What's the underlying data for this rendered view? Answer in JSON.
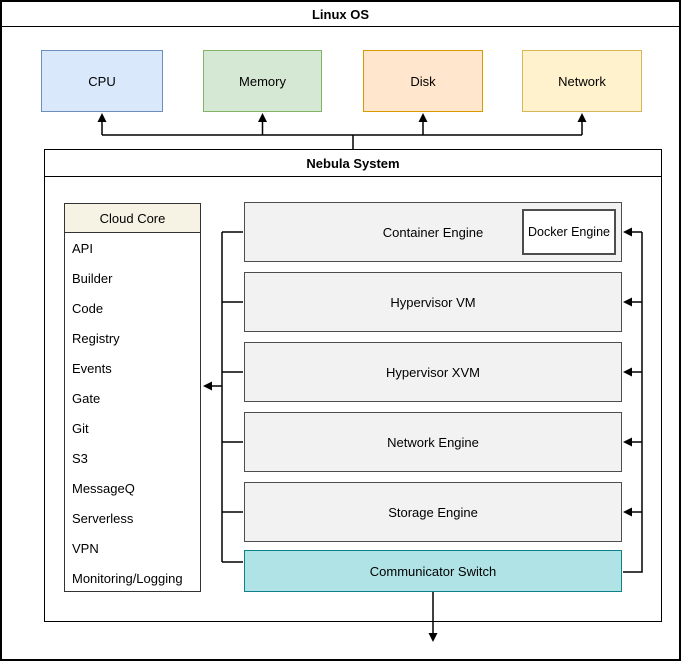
{
  "os": {
    "title": "Linux OS"
  },
  "hardware": [
    {
      "label": "CPU",
      "fill": "#dae8fc",
      "stroke": "#6c8ebf"
    },
    {
      "label": "Memory",
      "fill": "#d5e8d4",
      "stroke": "#82b366"
    },
    {
      "label": "Disk",
      "fill": "#ffe6cc",
      "stroke": "#d79b00"
    },
    {
      "label": "Network",
      "fill": "#fff2cc",
      "stroke": "#d6b656"
    }
  ],
  "system": {
    "title": "Nebula System",
    "cloud_core": {
      "title": "Cloud Core",
      "header_fill": "#f6f2e4",
      "items": [
        "API",
        "Builder",
        "Code",
        "Registry",
        "Events",
        "Gate",
        "Git",
        "S3",
        "MessageQ",
        "Serverless",
        "VPN",
        "Monitoring/Logging"
      ]
    },
    "engines": [
      {
        "label": "Container Engine"
      },
      {
        "label": "Hypervisor VM"
      },
      {
        "label": "Hypervisor XVM"
      },
      {
        "label": "Network Engine"
      },
      {
        "label": "Storage Engine"
      }
    ],
    "docker": {
      "label": "Docker Engine"
    },
    "switch": {
      "label": "Communicator Switch",
      "fill": "#b0e3e6",
      "stroke": "#0e8088"
    },
    "engine_fill": "#f2f2f2",
    "line_color": "#000000"
  }
}
